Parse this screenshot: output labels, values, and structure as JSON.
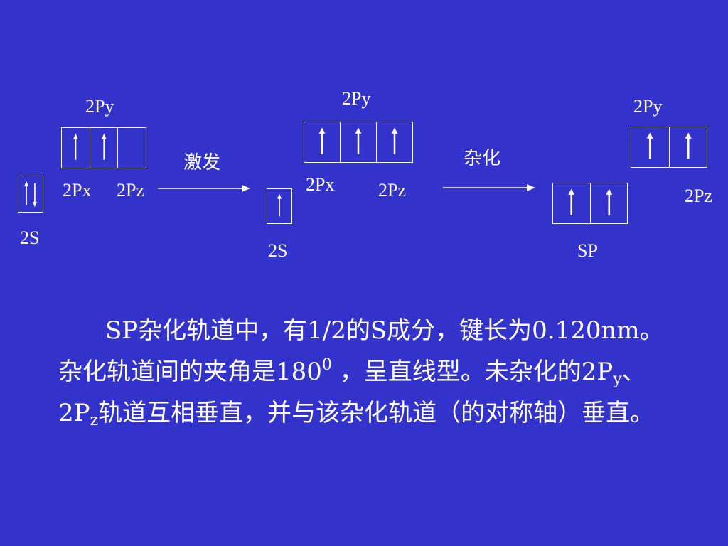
{
  "diagram": {
    "ground": {
      "label_2py": "2Py",
      "label_2px": "2Px",
      "label_2pz": "2Pz",
      "label_2s": "2S",
      "p_cells": [
        "up",
        "up",
        "empty"
      ],
      "s_cells": [
        "updown"
      ]
    },
    "excite_label": "激发",
    "excited": {
      "label_2py": "2Py",
      "label_2px": "2Px",
      "label_2pz": "2Pz",
      "label_2s": "2S",
      "p_cells": [
        "up",
        "up",
        "up"
      ],
      "s_cells": [
        "up"
      ]
    },
    "hybrid_label": "杂化",
    "hybridized": {
      "label_2py": "2Py",
      "label_2pz": "2Pz",
      "label_sp": "SP",
      "p_cells": [
        "up",
        "up"
      ],
      "sp_cells": [
        "up",
        "up"
      ]
    }
  },
  "text": {
    "part1": "SP杂化轨道中，有1/2的S成分，键长为0.120nm。杂化轨道间的夹角是180",
    "sup": "0",
    "part2": " ，呈直线型。未杂化的2P",
    "sub1": "y",
    "part3": "、2P",
    "sub2": "z",
    "part4": "轨道互相垂直，并与该杂化轨道（的对称轴）垂直。"
  }
}
